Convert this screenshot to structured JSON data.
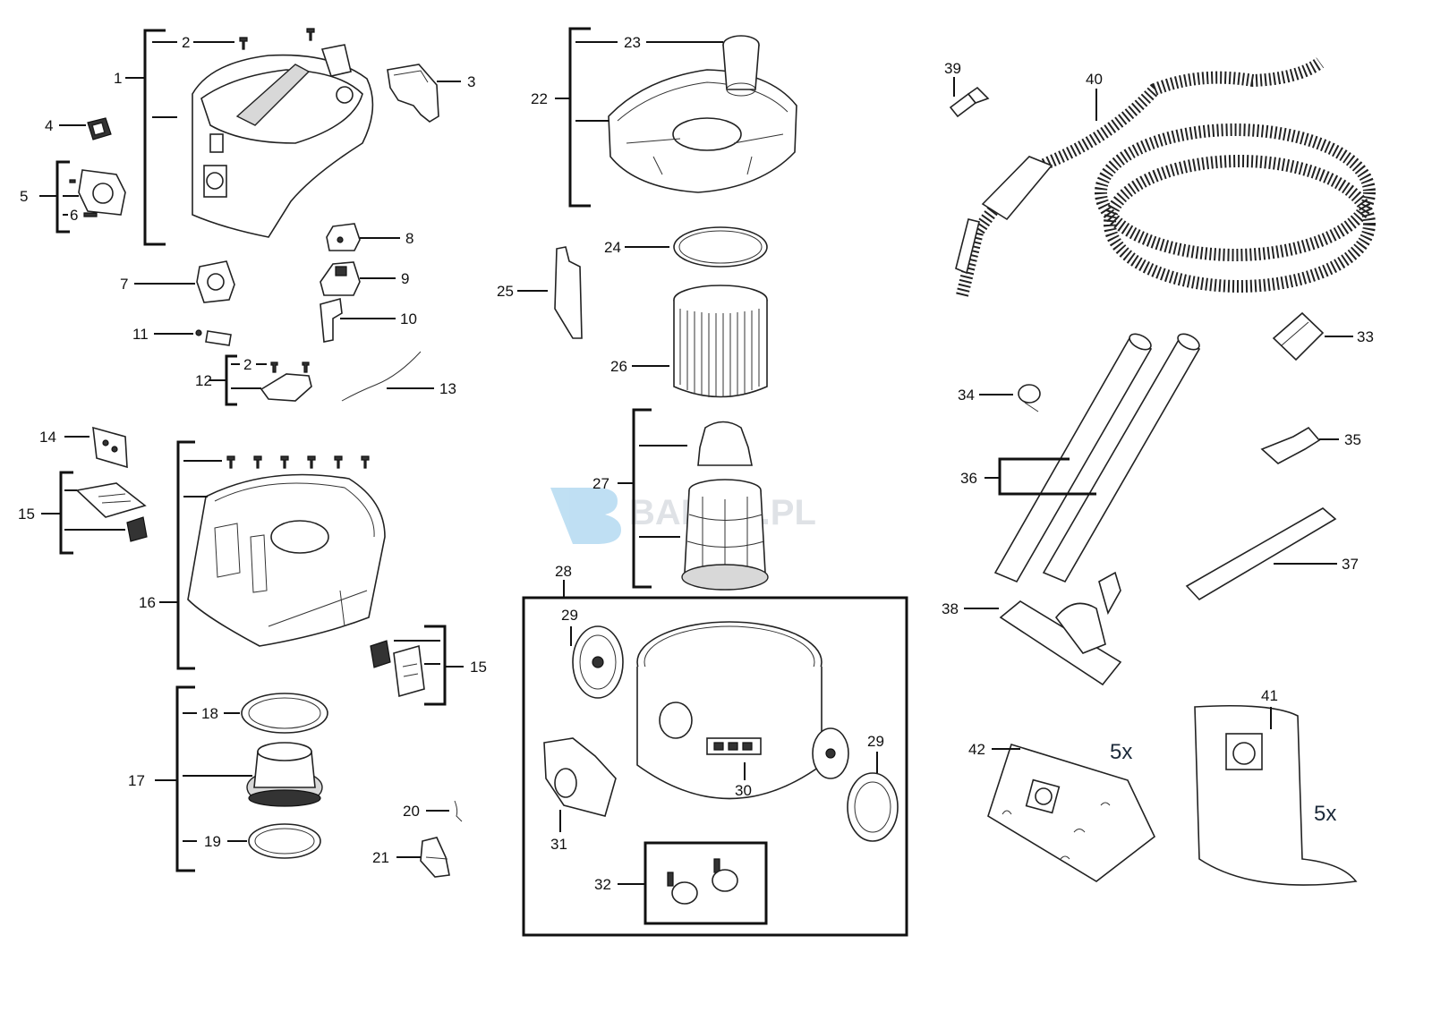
{
  "labels": {
    "p1": "1",
    "p2": "2",
    "p3": "3",
    "p4": "4",
    "p5": "5",
    "p6": "6",
    "p7": "7",
    "p8": "8",
    "p9": "9",
    "p10": "10",
    "p11": "11",
    "p2b": "2",
    "p12": "12",
    "p13": "13",
    "p14": "14",
    "p15": "15",
    "p15b": "15",
    "p16": "16",
    "p17": "17",
    "p18": "18",
    "p19": "19",
    "p20": "20",
    "p21": "21",
    "p22": "22",
    "p23": "23",
    "p24": "24",
    "p25": "25",
    "p26": "26",
    "p27": "27",
    "p28": "28",
    "p29": "29",
    "p29b": "29",
    "p30": "30",
    "p31": "31",
    "p32": "32",
    "p33": "33",
    "p34": "34",
    "p35": "35",
    "p36": "36",
    "p37": "37",
    "p38": "38",
    "p39": "39",
    "p40": "40",
    "p41": "41",
    "p42": "42"
  },
  "quantities": {
    "bags42": "5x",
    "bags41": "5x"
  },
  "watermark": {
    "text": "BAHCO.PL",
    "color": "#5aaee0"
  },
  "colors": {
    "line": "#111111",
    "background": "#ffffff"
  }
}
